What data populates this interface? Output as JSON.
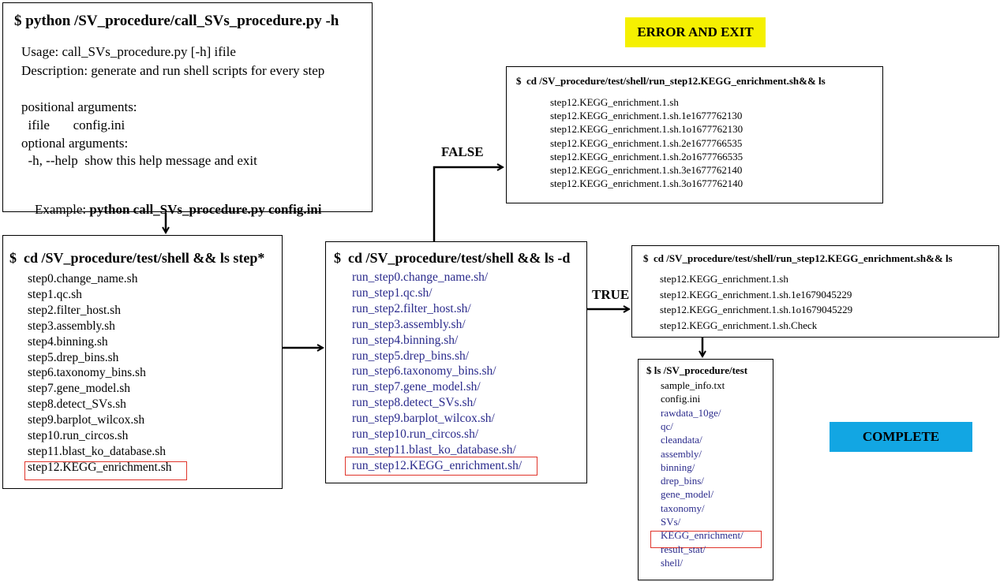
{
  "help_box": {
    "title": "$ python /SV_procedure/call_SVs_procedure.py -h",
    "usage": "Usage: call_SVs_procedure.py [-h] ifile",
    "description": "Description: generate and run shell scripts for every step",
    "positional_header": "positional arguments:",
    "positional_arg": "  ifile       config.ini",
    "optional_header": "optional arguments:",
    "optional_arg": "  -h, --help  show this help message and exit",
    "example_label": "Example: ",
    "example_cmd": "python call_SVs_procedure.py config.ini"
  },
  "steps_box": {
    "title": "$  cd /SV_procedure/test/shell && ls step*",
    "items": [
      "step0.change_name.sh",
      "step1.qc.sh",
      "step2.filter_host.sh",
      "step3.assembly.sh",
      "step4.binning.sh",
      "step5.drep_bins.sh",
      "step6.taxonomy_bins.sh",
      "step7.gene_model.sh",
      "step8.detect_SVs.sh",
      "step9.barplot_wilcox.sh",
      "step10.run_circos.sh",
      "step11.blast_ko_database.sh",
      "step12.KEGG_enrichment.sh"
    ]
  },
  "dirs_box": {
    "title": "$  cd /SV_procedure/test/shell && ls -d",
    "items": [
      "run_step0.change_name.sh/",
      "run_step1.qc.sh/",
      "run_step2.filter_host.sh/",
      "run_step3.assembly.sh/",
      "run_step4.binning.sh/",
      "run_step5.drep_bins.sh/",
      "run_step6.taxonomy_bins.sh/",
      "run_step7.gene_model.sh/",
      "run_step8.detect_SVs.sh/",
      "run_step9.barplot_wilcox.sh/",
      "run_step10.run_circos.sh/",
      "run_step11.blast_ko_database.sh/",
      "run_step12.KEGG_enrichment.sh/"
    ]
  },
  "error_box": {
    "title": "$  cd /SV_procedure/test/shell/run_step12.KEGG_enrichment.sh&& ls",
    "items": [
      "step12.KEGG_enrichment.1.sh",
      "step12.KEGG_enrichment.1.sh.1e1677762130",
      "step12.KEGG_enrichment.1.sh.1o1677762130",
      "step12.KEGG_enrichment.1.sh.2e1677766535",
      "step12.KEGG_enrichment.1.sh.2o1677766535",
      "step12.KEGG_enrichment.1.sh.3e1677762140",
      "step12.KEGG_enrichment.1.sh.3o1677762140"
    ]
  },
  "success_box": {
    "title": "$  cd /SV_procedure/test/shell/run_step12.KEGG_enrichment.sh&& ls",
    "items": [
      "step12.KEGG_enrichment.1.sh",
      "step12.KEGG_enrichment.1.sh.1e1679045229",
      "step12.KEGG_enrichment.1.sh.1o1679045229",
      "step12.KEGG_enrichment.1.sh.Check"
    ]
  },
  "test_box": {
    "title": "$ ls /SV_procedure/test",
    "files": [
      "sample_info.txt",
      "config.ini"
    ],
    "dirs": [
      "rawdata_10ge/",
      "qc/",
      "cleandata/",
      "assembly/",
      "binning/",
      "drep_bins/",
      "gene_model/",
      "taxonomy/",
      "SVs/",
      "KEGG_enrichment/",
      "result_stat/",
      "shell/"
    ]
  },
  "labels": {
    "false": "FALSE",
    "true": "TRUE",
    "error_badge": "ERROR AND EXIT",
    "complete_badge": "COMPLETE"
  },
  "colors": {
    "dir_text": "#2b2b8c",
    "highlight": "#e0352b",
    "error_badge": "#f5f000",
    "complete_badge": "#12a6e3"
  }
}
